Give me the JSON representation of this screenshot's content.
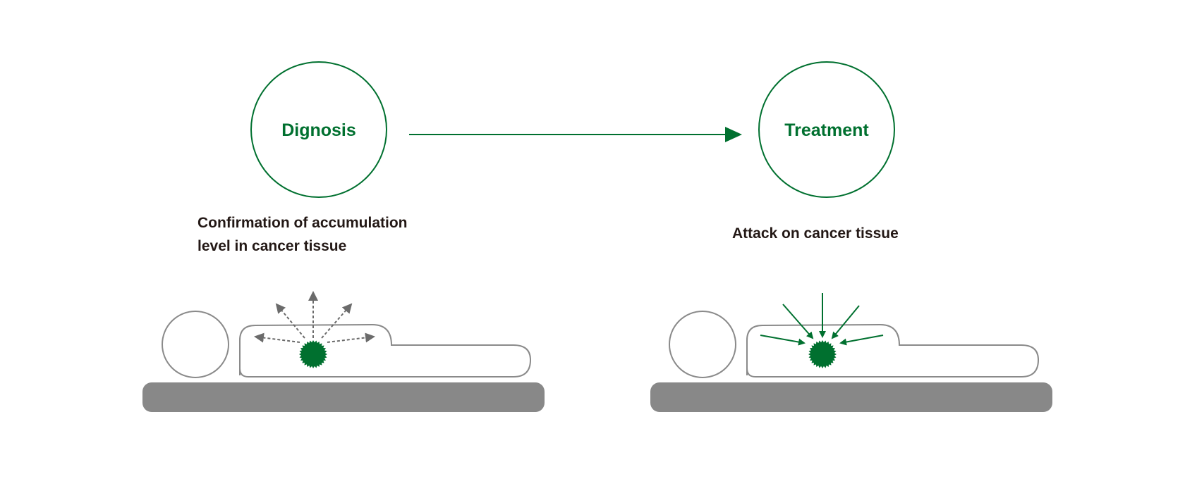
{
  "colors": {
    "accent": "#00702f",
    "text": "#231815",
    "outline": "#8a8a8a",
    "bed": "#888888",
    "dashed_arrow": "#6b6b6b"
  },
  "stages": {
    "diagnosis": {
      "title": "Dignosis",
      "caption_line1": "Confirmation of accumulation",
      "caption_line2": "level in cancer tissue",
      "arrow_direction": "outward"
    },
    "treatment": {
      "title": "Treatment",
      "caption": "Attack on cancer tissue",
      "arrow_direction": "inward"
    }
  },
  "connector": {
    "from": "diagnosis",
    "to": "treatment"
  }
}
